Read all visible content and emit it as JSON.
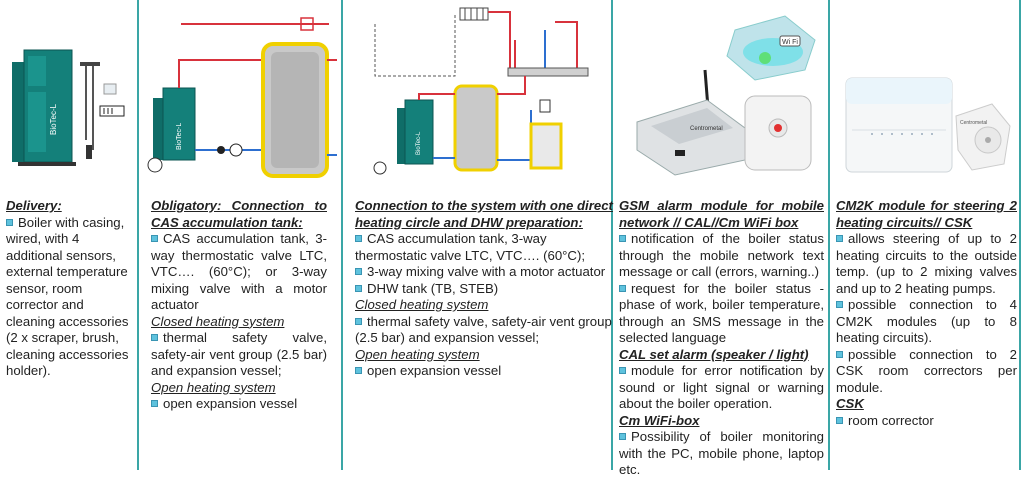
{
  "columns": [
    {
      "heading": "Delivery:",
      "lines": [
        "Boiler with casing,",
        "wired, with 4",
        "additional sensors,",
        "external temperature",
        "sensor, room",
        "corrector and",
        "cleaning accessories",
        "(2 x scraper, brush,",
        "cleaning accessories",
        "holder)."
      ]
    },
    {
      "heading": "Obligatory: Connection to CAS accumulation tank:",
      "text1": "CAS accumulation tank, 3-way thermostatic valve LTC, VTC…. (60°C); or 3-way mixing valve with a motor actuator",
      "sub1": "Closed heating system",
      "text2": "thermal safety valve, safety-air vent group (2.5 bar) and expansion vessel;",
      "sub2": "Open heating system",
      "text3": "open expansion vessel"
    },
    {
      "heading": "Connection to the system with one direct heating circle and DHW preparation:",
      "text1": "CAS accumulation tank, 3-way thermostatic valve LTC, VTC…. (60°C);",
      "text2": "3-way mixing valve with a motor actuator",
      "text3": "DHW tank (TB, STEB)",
      "sub1": "Closed heating system",
      "text4": "thermal safety valve, safety-air vent group (2.5 bar) and expansion vessel;",
      "sub2": "Open heating system",
      "text5": "open expansion vessel"
    },
    {
      "heading": "GSM alarm module for mobile network // CAL//Cm WiFi box",
      "text1": "notification of the boiler status through the mobile network text message or call (errors, warning..)",
      "text2": "request for the boiler status - phase of work, boiler temperature, through an SMS message in the selected language",
      "sub1": "CAL set alarm (speaker / light)",
      "text3": "module for error notification by sound or light signal or warning about the boiler operation.",
      "sub2": "Cm WiFi-box",
      "text4": "Possibility of boiler monitoring with the PC, mobile phone, laptop etc."
    },
    {
      "heading": "CM2K module for steering 2 heating circuits// CSK",
      "text1": "allows steering of up to 2 heating circuits to the outside temp. (up to 2 mixing valves and up to 2 heating pumps.",
      "text2": "possible connection to 4 CM2K modules (up to 8 heating circuits).",
      "text3": "possible connection to 2 CSK room correctors per module.",
      "sub1": "CSK",
      "text4": "room corrector"
    }
  ],
  "images": {
    "boiler_brand": "BioTec-L",
    "wifi_badge": "Wi Fi",
    "gsm_brand": "Centrometal",
    "csk_brand": "Centrometal"
  },
  "colors": {
    "separator": "#3aa6a6",
    "boiler": "#14807a",
    "bullet": "#5ec2dd",
    "pipe_hot": "#d8323c",
    "pipe_cold": "#2d6fd0"
  }
}
